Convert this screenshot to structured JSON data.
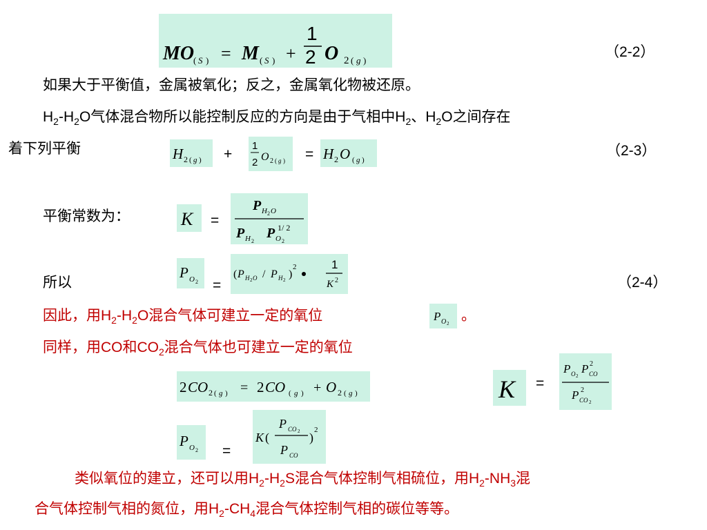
{
  "eq_2_2": {
    "formula": "MO(S) = M(S) + 1/2 O2(g)",
    "number": "（2-2）"
  },
  "line_oxidation": "如果大于平衡值，金属被氧化；反之，金属氧化物被还原。",
  "para_h2_h2o": {
    "part1": "气体混合物所以能控制反应的方向是由于气相中",
    "part2": "之间存在",
    "sep": "、",
    "cont": "着下列平衡"
  },
  "eq_2_3": {
    "plus": "+",
    "equals": "=",
    "number": "（2-3）"
  },
  "equilibrium_label": "平衡常数为：",
  "eq_K": {
    "equals": "="
  },
  "therefore_label": "所以",
  "eq_2_4": {
    "equals": "=",
    "number": "（2-4）"
  },
  "red_line1": {
    "prefix": "因此，用",
    "suffix": "混合气体可建立一定的氧位",
    "end": "。"
  },
  "red_line2": {
    "prefix": "同样，用",
    "mid": "和",
    "suffix": "混合气体也可建立一定的氧位"
  },
  "eq_co": {
    "formula": "2CO2(g) = 2CO(g) + O2(g)",
    "equals": "="
  },
  "eq_po2_co": {
    "equals": "="
  },
  "final_para": {
    "p1": "类似氧位的建立，还可以用",
    "p2": "混合气体控制气相硫位，用",
    "p3": "混",
    "p4": "合气体控制气相的氮位，用",
    "p5": "混合气体控制气相的碳位等等。"
  },
  "colors": {
    "formula_bg": "#cdf2e4",
    "red_text": "#c00000"
  }
}
